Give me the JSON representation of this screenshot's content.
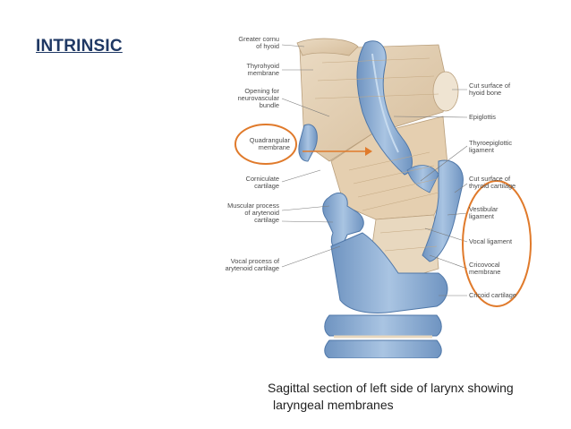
{
  "slide": {
    "title": "INTRINSIC",
    "caption_line1": "Sagittal section of left side of larynx showing",
    "caption_line2": "laryngeal membranes"
  },
  "figure": {
    "labels_left": {
      "greater_cornu": "Greater cornu\nof hyoid",
      "thyrohyoid_membrane": "Thyrohyoid\nmembrane",
      "opening_bundle": "Opening for\nneurovascular\nbundle",
      "quadrangular_membrane": "Quadrangular\nmembrane",
      "corniculate_cartilage": "Corniculate\ncartilage",
      "muscular_process": "Muscular process\nof arytenoid\ncartilage",
      "vocal_process": "Vocal process of\narytenoid cartilage"
    },
    "labels_right": {
      "cut_surface_hyoid": "Cut surface of\nhyoid bone",
      "epiglottis": "Epiglottis",
      "thyroepiglottic_ligament": "Thyroepiglottic\nligament",
      "cut_surface_thyroid": "Cut surface of\nthyroid cartilage",
      "vestibular_ligament": "Vestibular\nligament",
      "vocal_ligament": "Vocal ligament",
      "cricovocal_membrane": "Cricovocal\nmembrane",
      "cricoid_cartilage": "Cricoid cartilage"
    },
    "colors": {
      "cartilage": "#8fb2d6",
      "membrane": "#e2cfb4",
      "highlight": "#e07a2b",
      "title": "#1f3864"
    }
  }
}
